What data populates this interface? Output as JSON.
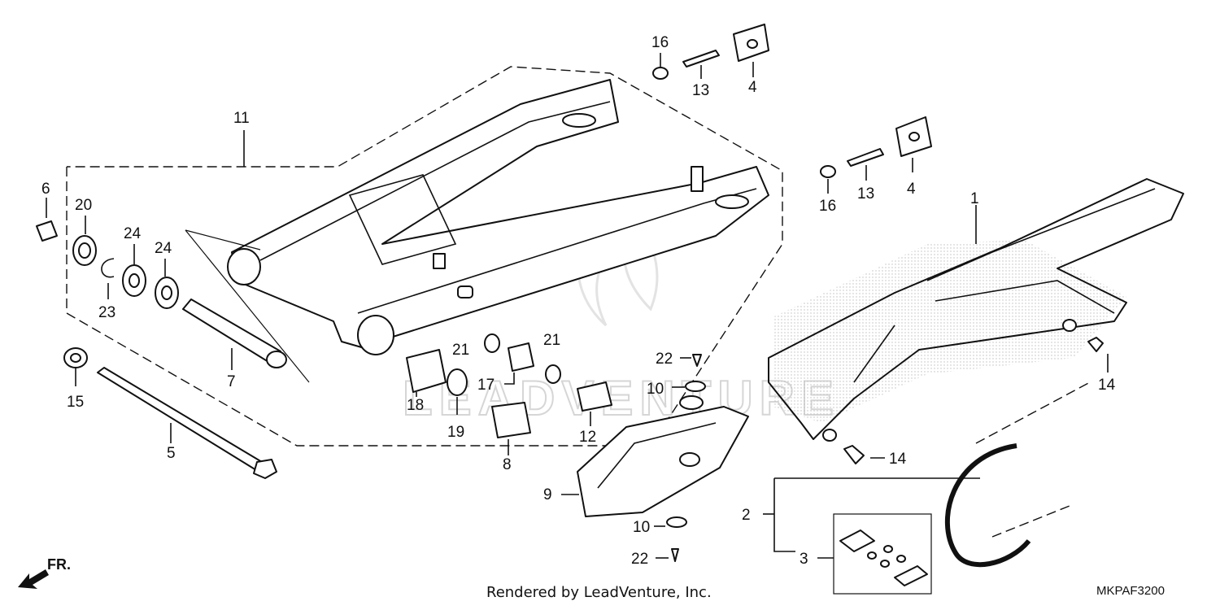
{
  "diagram": {
    "labels": [
      {
        "id": "p1",
        "text": "1"
      },
      {
        "id": "p2",
        "text": "2"
      },
      {
        "id": "p3",
        "text": "3"
      },
      {
        "id": "p4a",
        "text": "4"
      },
      {
        "id": "p4b",
        "text": "4"
      },
      {
        "id": "p5",
        "text": "5"
      },
      {
        "id": "p6",
        "text": "6"
      },
      {
        "id": "p7",
        "text": "7"
      },
      {
        "id": "p8",
        "text": "8"
      },
      {
        "id": "p9",
        "text": "9"
      },
      {
        "id": "p10a",
        "text": "10"
      },
      {
        "id": "p10b",
        "text": "10"
      },
      {
        "id": "p11",
        "text": "11"
      },
      {
        "id": "p12",
        "text": "12"
      },
      {
        "id": "p13a",
        "text": "13"
      },
      {
        "id": "p13b",
        "text": "13"
      },
      {
        "id": "p14a",
        "text": "14"
      },
      {
        "id": "p14b",
        "text": "14"
      },
      {
        "id": "p15",
        "text": "15"
      },
      {
        "id": "p16a",
        "text": "16"
      },
      {
        "id": "p16b",
        "text": "16"
      },
      {
        "id": "p17",
        "text": "17"
      },
      {
        "id": "p18",
        "text": "18"
      },
      {
        "id": "p19",
        "text": "19"
      },
      {
        "id": "p20",
        "text": "20"
      },
      {
        "id": "p21a",
        "text": "21"
      },
      {
        "id": "p21b",
        "text": "21"
      },
      {
        "id": "p22a",
        "text": "22"
      },
      {
        "id": "p22b",
        "text": "22"
      },
      {
        "id": "p23",
        "text": "23"
      },
      {
        "id": "p24a",
        "text": "24"
      },
      {
        "id": "p24b",
        "text": "24"
      }
    ],
    "front_marker": "FR.",
    "footer_credit": "Rendered by LeadVenture, Inc.",
    "diagram_code": "MKPAF3200",
    "watermark_text": "LEADVENTURE"
  }
}
